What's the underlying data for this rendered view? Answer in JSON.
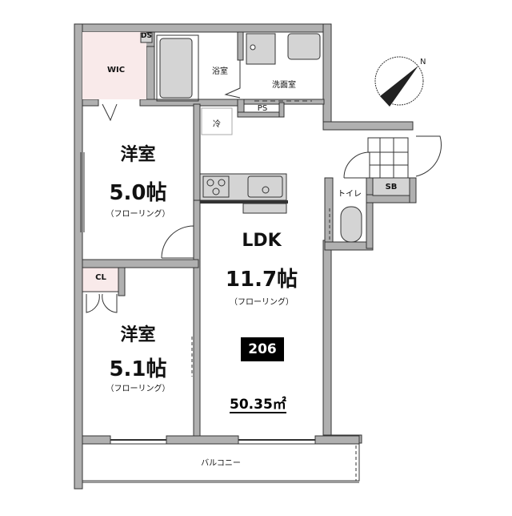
{
  "plan": {
    "unit_number": "206",
    "total_area": "50.35㎡",
    "colors": {
      "wall": "#b0b0b0",
      "wall_outline": "#333333",
      "closet_fill": "#f9eaea",
      "fixture_fill": "#d4d4d4",
      "badge_bg": "#000000"
    },
    "rooms": {
      "wic": {
        "name": "WIC"
      },
      "ds": {
        "name": "DS"
      },
      "bath": {
        "name": "浴室"
      },
      "washroom": {
        "name": "洗面室"
      },
      "ps": {
        "name": "PS"
      },
      "fridge": {
        "name": "冷"
      },
      "bedroom1": {
        "name": "洋室",
        "size": "5.0帖",
        "floor": "（フローリング）"
      },
      "bedroom2": {
        "name": "洋室",
        "size": "5.1帖",
        "floor": "（フローリング）"
      },
      "closet": {
        "name": "CL"
      },
      "ldk": {
        "name": "LDK",
        "size": "11.7帖",
        "floor": "（フローリング）"
      },
      "toilet": {
        "name": "トイレ"
      },
      "shoe_box": {
        "name": "SB"
      },
      "balcony": {
        "name": "バルコニー"
      }
    },
    "compass": {
      "label": "north-arrow"
    }
  }
}
